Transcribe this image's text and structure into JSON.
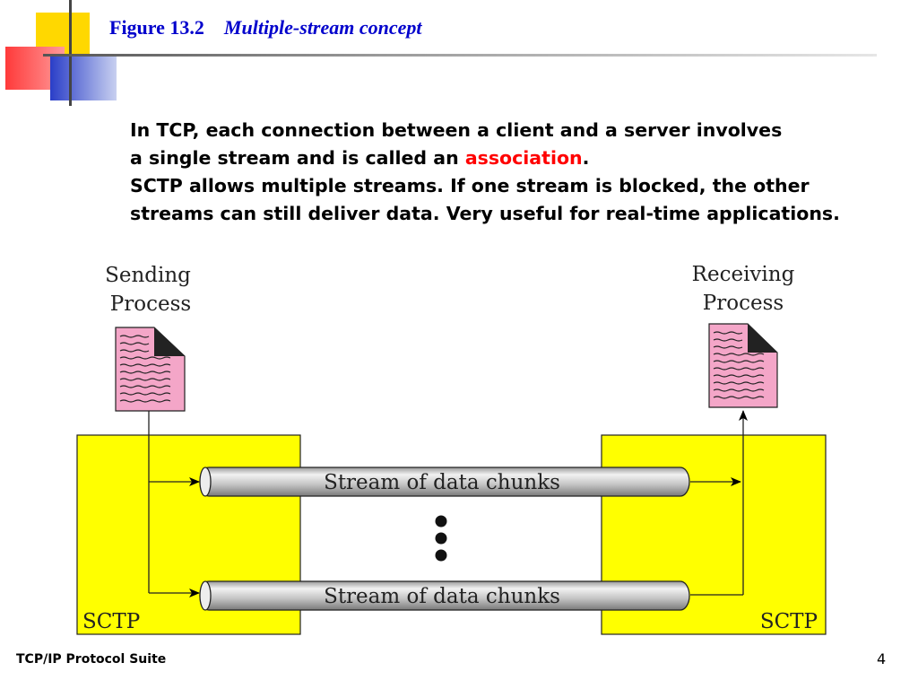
{
  "header": {
    "figure_number": "Figure 13.2",
    "figure_title": "Multiple-stream concept"
  },
  "body": {
    "line1": "In TCP, each connection between a client and a server involves",
    "line2_pre": "a single stream and is called an ",
    "line2_highlight": "association",
    "line2_post": ".",
    "para2": "SCTP allows multiple streams.  If one stream is blocked, the other streams can still deliver data.  Very useful for real-time applications."
  },
  "diagram": {
    "sender_label_line1": "Sending",
    "sender_label_line2": "Process",
    "receiver_label_line1": "Receiving",
    "receiver_label_line2": "Process",
    "left_box_label": "SCTP",
    "right_box_label": "SCTP",
    "streams": [
      {
        "label": "Stream of data chunks"
      },
      {
        "label": "Stream of data chunks"
      }
    ],
    "colors": {
      "sctp_box": "#ffff00",
      "document": "#f4a6c8",
      "title": "#0000cc",
      "highlight": "#ff0000"
    }
  },
  "footer": {
    "left": "TCP/IP Protocol Suite",
    "page_number": "4"
  }
}
